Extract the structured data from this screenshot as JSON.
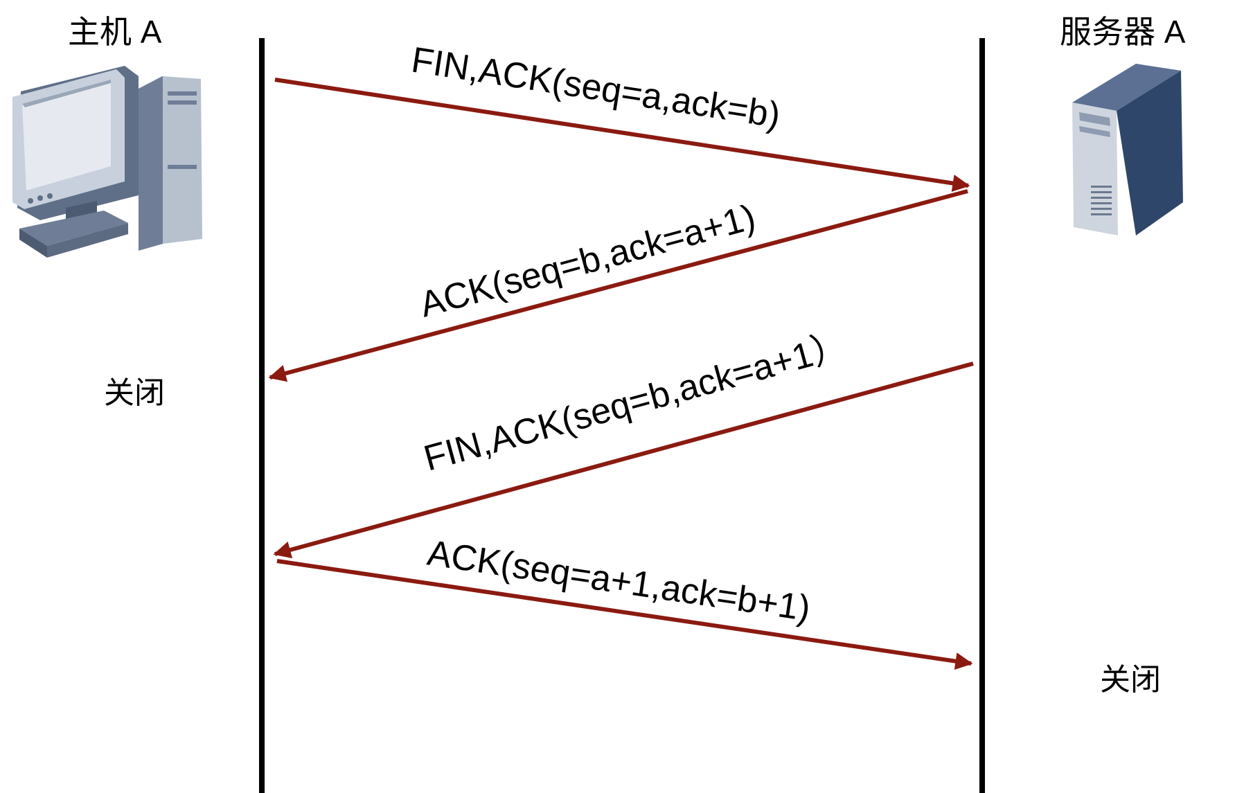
{
  "host": {
    "title": "主机 A",
    "state": "关闭"
  },
  "server": {
    "title": "服务器 A",
    "state": "关闭"
  },
  "messages": [
    {
      "label": "FIN,ACK(seq=a,ack=b)"
    },
    {
      "label": "ACK(seq=b,ack=a+1)"
    },
    {
      "label": "FIN,ACK(seq=b,ack=a+1）"
    },
    {
      "label": "ACK(seq=a+1,ack=b+1)"
    }
  ],
  "colors": {
    "arrow": "#8b1a10",
    "lifeline": "#000000"
  }
}
